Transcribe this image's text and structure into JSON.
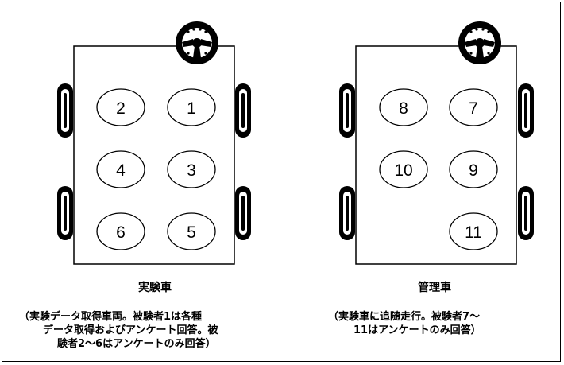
{
  "vehicles": [
    {
      "title": "実験車",
      "seats": [
        "2",
        "1",
        "4",
        "3",
        "6",
        "5"
      ],
      "desc_lines": [
        "（実験データ取得車両。被験者1は各種",
        "データ取得およびアンケート回答。被",
        "験者2～6はアンケートのみ回答）"
      ]
    },
    {
      "title": "管理車",
      "seats": [
        "8",
        "7",
        "10",
        "9",
        "11"
      ],
      "desc_lines": [
        "（実験車に追随走行。被験者7～",
        "11はアンケートのみ回答）"
      ]
    }
  ]
}
